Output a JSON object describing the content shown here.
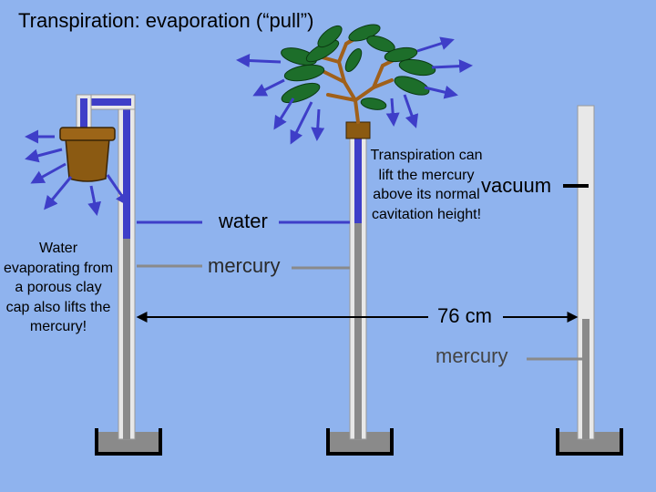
{
  "title": "Transpiration: evaporation (“pull”)",
  "labels": {
    "clay_cap_note": "Water evaporating from a porous clay cap also lifts the mercury!",
    "tree_note": "Transpiration can lift the mercury above its normal cavitation height!",
    "water": "water",
    "mercury_left": "mercury",
    "vacuum": "vacuum",
    "height": "76 cm",
    "mercury_right": "mercury"
  },
  "colors": {
    "background": "#8fb3ee",
    "water": "#3e3ec8",
    "mercury": "#8a8a8a",
    "tube": "#e8e8e8",
    "clay_pot": "#8b5a12",
    "leaf": "#1d6e2a",
    "arrow": "#3e3ec8"
  },
  "icons": [
    "clay-pot-icon",
    "plant-icon",
    "evaporation-arrow-icon"
  ]
}
